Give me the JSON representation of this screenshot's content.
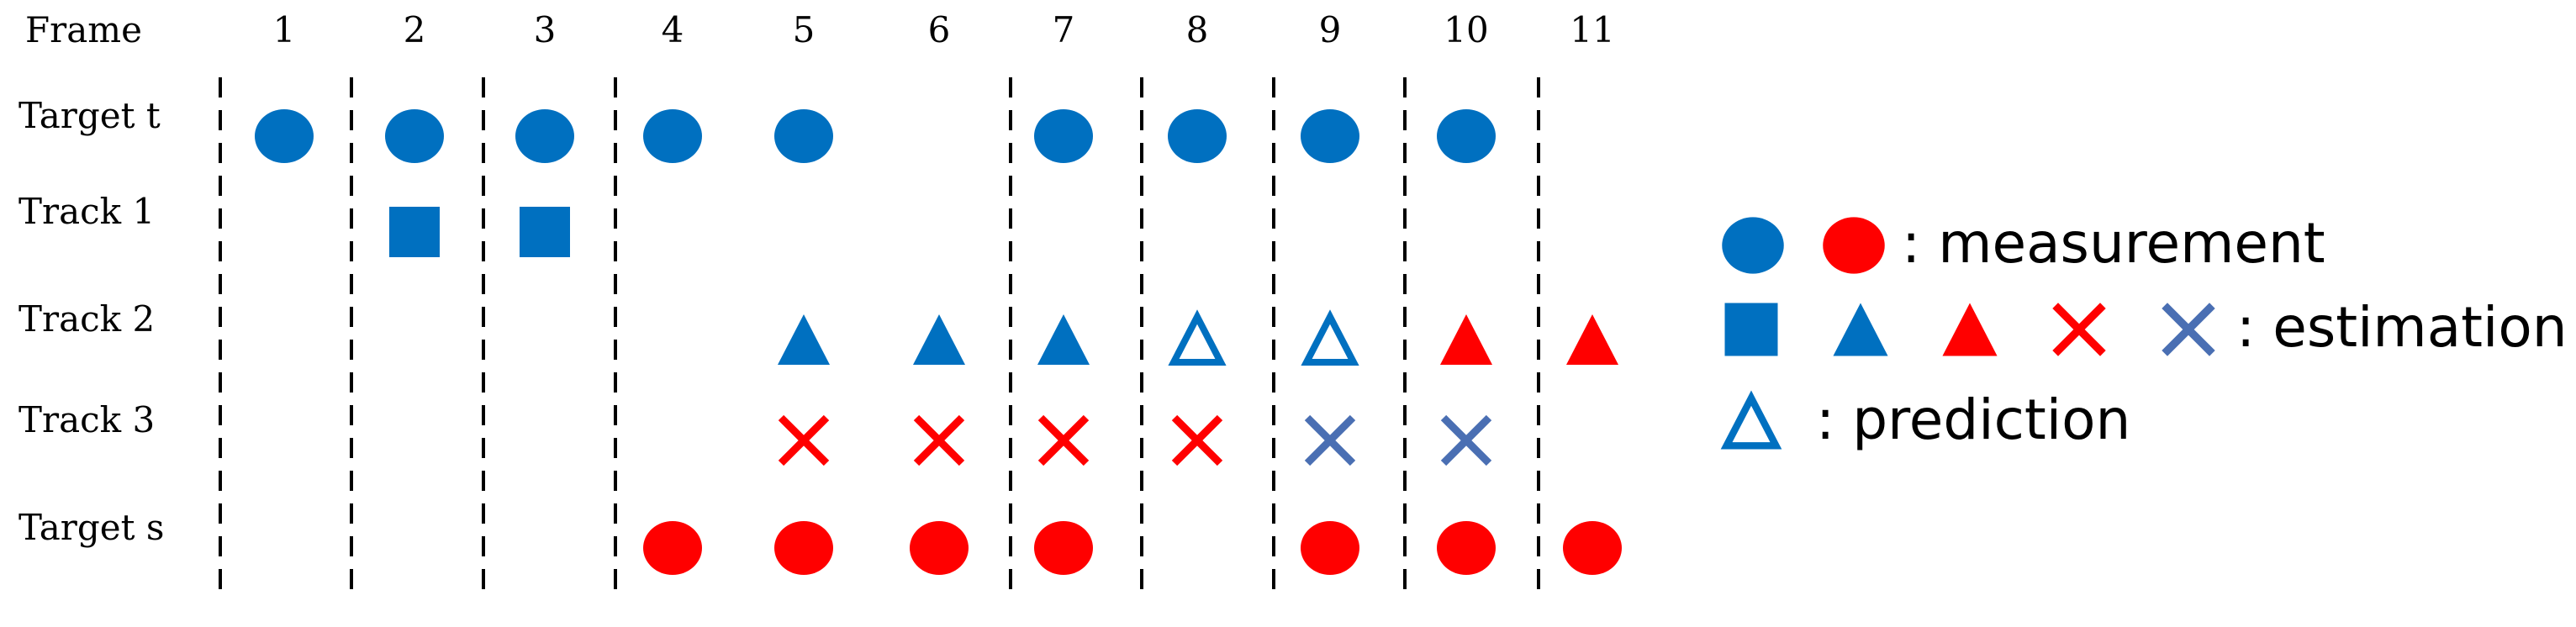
{
  "header": {
    "frame_label": "Frame",
    "frame_numbers": [
      "1",
      "2",
      "3",
      "4",
      "5",
      "6",
      "7",
      "8",
      "9",
      "10",
      "11"
    ]
  },
  "rows": [
    {
      "label": "Target t"
    },
    {
      "label": "Track 1"
    },
    {
      "label": "Track 2"
    },
    {
      "label": "Track 3"
    },
    {
      "label": "Target s"
    }
  ],
  "colors": {
    "blue": "#0070C0",
    "red": "#FF0000",
    "steel_blue": "#4A6FB3",
    "divider": "#000000"
  },
  "divider_frames": [
    1,
    2,
    3,
    4,
    6,
    7,
    8,
    9,
    10
  ],
  "cells": [
    {
      "row": 0,
      "frame": 1,
      "marker": "circle",
      "color": "blue"
    },
    {
      "row": 0,
      "frame": 2,
      "marker": "circle",
      "color": "blue"
    },
    {
      "row": 0,
      "frame": 3,
      "marker": "circle",
      "color": "blue"
    },
    {
      "row": 0,
      "frame": 4,
      "marker": "circle",
      "color": "blue"
    },
    {
      "row": 0,
      "frame": 5,
      "marker": "circle",
      "color": "blue"
    },
    {
      "row": 0,
      "frame": 7,
      "marker": "circle",
      "color": "blue"
    },
    {
      "row": 0,
      "frame": 8,
      "marker": "circle",
      "color": "blue"
    },
    {
      "row": 0,
      "frame": 9,
      "marker": "circle",
      "color": "blue"
    },
    {
      "row": 0,
      "frame": 10,
      "marker": "circle",
      "color": "blue"
    },
    {
      "row": 1,
      "frame": 2,
      "marker": "square",
      "color": "blue"
    },
    {
      "row": 1,
      "frame": 3,
      "marker": "square",
      "color": "blue"
    },
    {
      "row": 2,
      "frame": 5,
      "marker": "triangle",
      "color": "blue"
    },
    {
      "row": 2,
      "frame": 6,
      "marker": "triangle",
      "color": "blue"
    },
    {
      "row": 2,
      "frame": 7,
      "marker": "triangle",
      "color": "blue"
    },
    {
      "row": 2,
      "frame": 8,
      "marker": "triangle-outline",
      "color": "blue"
    },
    {
      "row": 2,
      "frame": 9,
      "marker": "triangle-outline",
      "color": "blue"
    },
    {
      "row": 2,
      "frame": 10,
      "marker": "triangle",
      "color": "red"
    },
    {
      "row": 2,
      "frame": 11,
      "marker": "triangle",
      "color": "red"
    },
    {
      "row": 3,
      "frame": 5,
      "marker": "cross",
      "color": "red"
    },
    {
      "row": 3,
      "frame": 6,
      "marker": "cross",
      "color": "red"
    },
    {
      "row": 3,
      "frame": 7,
      "marker": "cross",
      "color": "red"
    },
    {
      "row": 3,
      "frame": 8,
      "marker": "cross",
      "color": "red"
    },
    {
      "row": 3,
      "frame": 9,
      "marker": "cross",
      "color": "steel_blue"
    },
    {
      "row": 3,
      "frame": 10,
      "marker": "cross",
      "color": "steel_blue"
    },
    {
      "row": 4,
      "frame": 4,
      "marker": "circle",
      "color": "red"
    },
    {
      "row": 4,
      "frame": 5,
      "marker": "circle",
      "color": "red"
    },
    {
      "row": 4,
      "frame": 6,
      "marker": "circle",
      "color": "red"
    },
    {
      "row": 4,
      "frame": 7,
      "marker": "circle",
      "color": "red"
    },
    {
      "row": 4,
      "frame": 9,
      "marker": "circle",
      "color": "red"
    },
    {
      "row": 4,
      "frame": 10,
      "marker": "circle",
      "color": "red"
    },
    {
      "row": 4,
      "frame": 11,
      "marker": "circle",
      "color": "red"
    }
  ],
  "legend": [
    {
      "symbols": [
        {
          "marker": "circle",
          "color": "blue"
        },
        {
          "marker": "circle",
          "color": "red"
        }
      ],
      "text": ": measurement"
    },
    {
      "symbols": [
        {
          "marker": "square",
          "color": "blue"
        },
        {
          "marker": "triangle",
          "color": "blue"
        },
        {
          "marker": "triangle",
          "color": "red"
        },
        {
          "marker": "cross",
          "color": "red"
        },
        {
          "marker": "cross",
          "color": "steel_blue"
        }
      ],
      "text": ": estimation"
    },
    {
      "symbols": [
        {
          "marker": "triangle-outline",
          "color": "blue"
        }
      ],
      "text": ": prediction"
    }
  ]
}
